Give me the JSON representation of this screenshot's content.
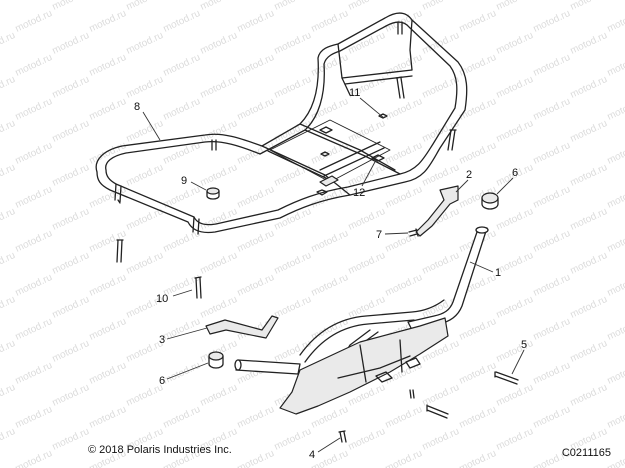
{
  "watermark_text": "motod.ru",
  "callouts": [
    {
      "id": "c8",
      "label": "8"
    },
    {
      "id": "c11",
      "label": "11"
    },
    {
      "id": "c9",
      "label": "9"
    },
    {
      "id": "c12",
      "label": "12"
    },
    {
      "id": "c2",
      "label": "2"
    },
    {
      "id": "c6a",
      "label": "6"
    },
    {
      "id": "c7",
      "label": "7"
    },
    {
      "id": "c1",
      "label": "1"
    },
    {
      "id": "c10",
      "label": "10"
    },
    {
      "id": "c3",
      "label": "3"
    },
    {
      "id": "c6b",
      "label": "6"
    },
    {
      "id": "c5",
      "label": "5"
    },
    {
      "id": "c4",
      "label": "4"
    }
  ],
  "footer": {
    "copyright": "© 2018 Polaris Industries Inc.",
    "drawing_id": "C0211165"
  }
}
